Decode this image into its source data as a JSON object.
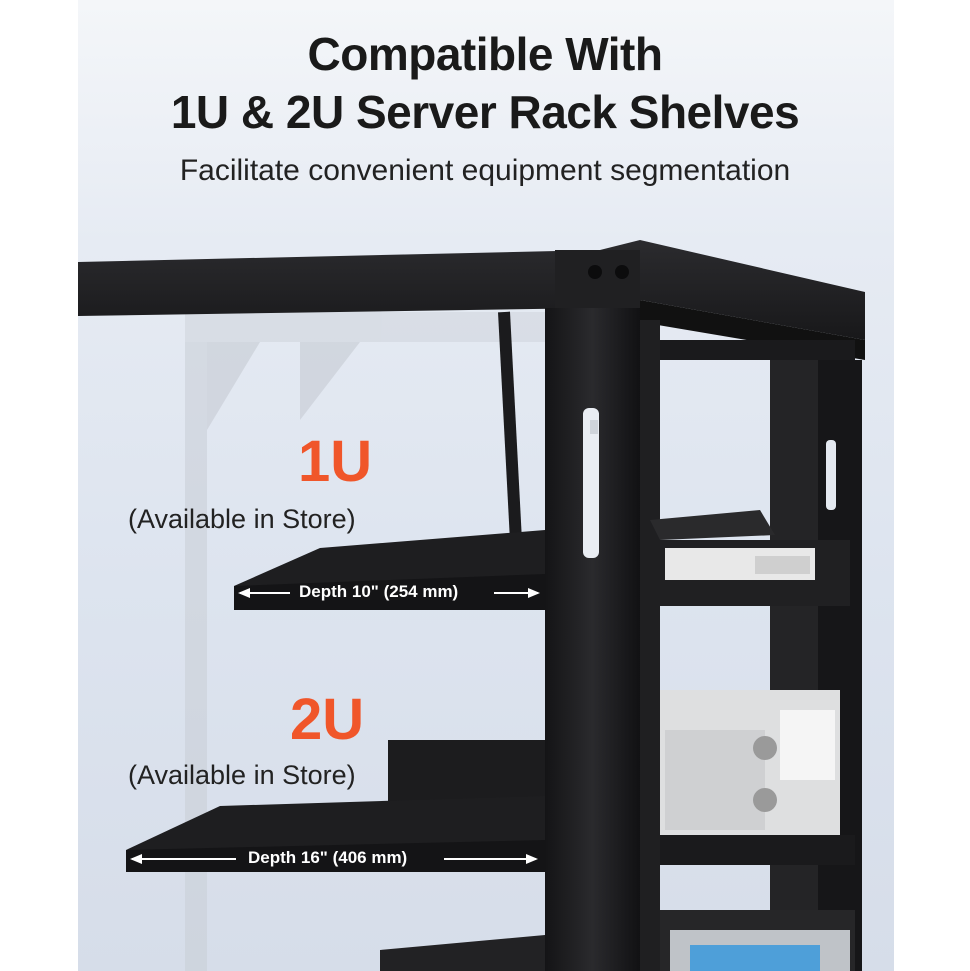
{
  "headline": {
    "line1": "Compatible With",
    "line2": "1U & 2U Server Rack Shelves"
  },
  "subtitle": "Facilitate convenient equipment segmentation",
  "shelves": [
    {
      "size": "1U",
      "availability": "(Available in Store)",
      "depth": "Depth 10\" (254 mm)"
    },
    {
      "size": "2U",
      "availability": "(Available in Store)",
      "depth": "Depth 16\" (406 mm)"
    }
  ],
  "colors": {
    "accent": "#f0562a",
    "rack": "#1c1c1e",
    "background": "#dde4ef"
  }
}
